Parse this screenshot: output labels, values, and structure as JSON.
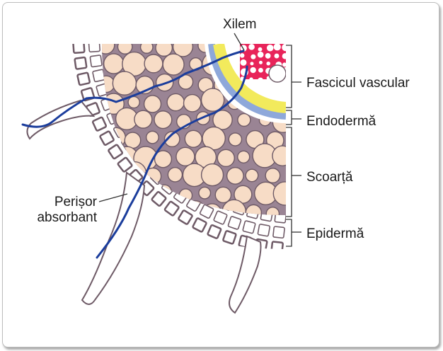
{
  "labels": {
    "xilem": "Xilem",
    "fascicul_vascular": "Fascicul vascular",
    "endoderma": "Endodermă",
    "scoarta": "Scoarță",
    "epiderma": "Epidermă",
    "perisor_line1": "Perișor",
    "perisor_line2": "absorbant"
  },
  "colors": {
    "cortex_fill": "#f7dcc6",
    "cortex_bg": "#9a8494",
    "cell_wall": "#6e5a66",
    "epidermis_fill": "#ffffff",
    "endodermis": "#8ea8da",
    "xylem_red": "#e8245a",
    "xylem_yellow": "#f2ea5c",
    "water_path": "#1b3d9c"
  }
}
